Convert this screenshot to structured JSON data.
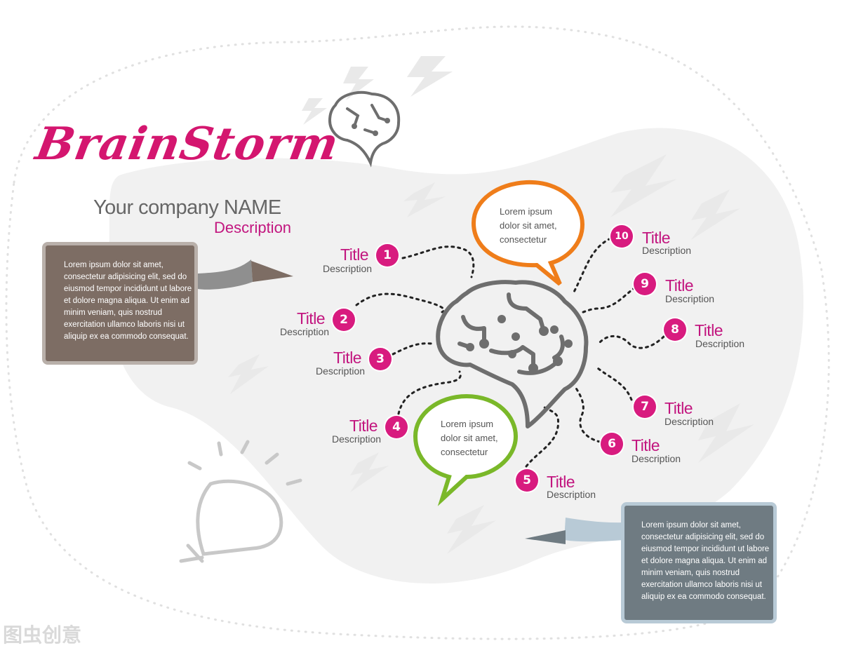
{
  "header": {
    "brand_title": "BrainStorm",
    "company_name": "Your company NAME",
    "description": "Description"
  },
  "bubbles": [
    {
      "color": "#ef7d1a",
      "text": [
        "Lorem ipsum",
        "dolor sit amet,",
        "consectetur"
      ]
    },
    {
      "color": "#7ab829",
      "text": [
        "Lorem ipsum",
        "dolor sit amet,",
        "consectetur"
      ]
    }
  ],
  "cards": [
    {
      "color": "#7d6d64",
      "border": "#b9b0aa",
      "text": [
        "Lorem ipsum dolor sit amet,",
        "consectetur adipisicing elit, sed do",
        "eiusmod tempor incididunt ut labore",
        "et dolore magna aliqua. Ut enim ad",
        "minim veniam, quis nostrud",
        "exercitation ullamco laboris nisi ut",
        "aliquip ex ea commodo consequat."
      ]
    },
    {
      "color": "#6f7b82",
      "border": "#b8cad6",
      "text": [
        "Lorem ipsum dolor sit amet,",
        "consectetur adipisicing elit, sed do",
        "eiusmod tempor incididunt ut labore",
        "et dolore magna aliqua. Ut enim ad",
        "minim veniam, quis nostrud",
        "exercitation ullamco laboris nisi ut",
        "aliquip ex ea commodo consequat."
      ]
    }
  ],
  "items": [
    {
      "number": "1",
      "title": "Title",
      "description": "Description"
    },
    {
      "number": "2",
      "title": "Title",
      "description": "Description"
    },
    {
      "number": "3",
      "title": "Title",
      "description": "Description"
    },
    {
      "number": "4",
      "title": "Title",
      "description": "Description"
    },
    {
      "number": "5",
      "title": "Title",
      "description": "Description"
    },
    {
      "number": "6",
      "title": "Title",
      "description": "Description"
    },
    {
      "number": "7",
      "title": "Title",
      "description": "Description"
    },
    {
      "number": "8",
      "title": "Title",
      "description": "Description"
    },
    {
      "number": "9",
      "title": "Title",
      "description": "Description"
    },
    {
      "number": "10",
      "title": "Title",
      "description": "Description"
    }
  ],
  "watermark": "图虫创意",
  "colors": {
    "accent": "#d81b7f",
    "brain": "#6e6e6e",
    "blob": "#f1f1f1"
  }
}
